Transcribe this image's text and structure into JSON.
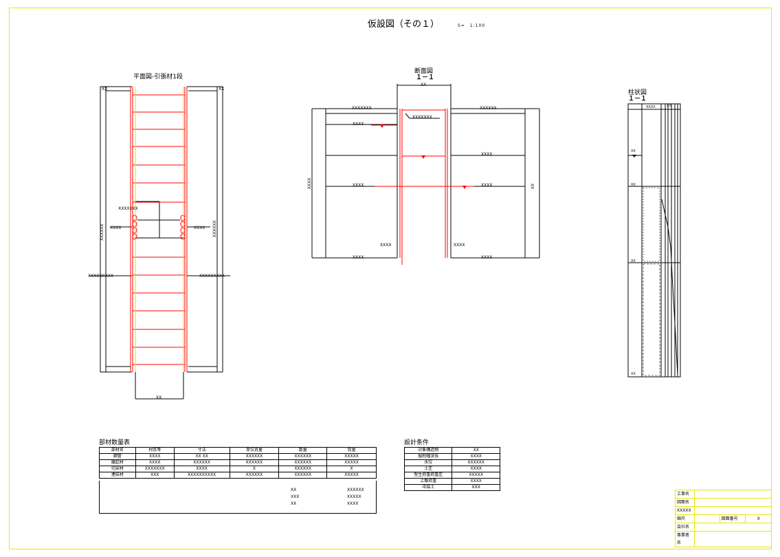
{
  "title": "仮設図（その１）",
  "scale": "S=　1:100",
  "views": {
    "plan_label": "平面図-引張材1段",
    "section_label": "断面図",
    "section_id": "１－１",
    "column_label": "柱状図",
    "column_id": "１－１",
    "dim_x": "XX",
    "dim_x4": "XXXX",
    "dim_x6": "XXXXXX",
    "dim_x7": "XXXXXXX",
    "dim_x9": "XXXXXXXXX"
  },
  "quantity_table": {
    "title": "部材数量表",
    "headers": [
      "部材名",
      "材質等",
      "寸法",
      "単位質量",
      "数量",
      "質量"
    ],
    "rows": [
      [
        "鋼管",
        "XXXX",
        "XX XX",
        "XXXXXX",
        "XXXXXX",
        "XXXXX"
      ],
      [
        "腹起材",
        "XXXX",
        "XXXXXX",
        "XXXXXX",
        "XXXXXX",
        "XXXXX"
      ],
      [
        "切梁材",
        "XXXXXXX",
        "XXXX",
        "X",
        "XXXXXX",
        "X"
      ],
      [
        "連結材",
        "XXX",
        "XXXXXXXXXX",
        "XXXXXX",
        "XXXXXX",
        "XXXXX"
      ]
    ],
    "totals": [
      {
        "label": "XX",
        "value": "XXXXXX"
      },
      {
        "label": "XXX",
        "value": "XXXXX"
      },
      {
        "label": "XX",
        "value": "XXXX"
      }
    ]
  },
  "design_conditions": {
    "title": "設計条件",
    "rows": [
      [
        "対象構造物",
        "XX"
      ],
      [
        "掘削幅深長",
        "XXXX"
      ],
      [
        "水位",
        "XXXXXX"
      ],
      [
        "土圧",
        "XXXX"
      ],
      [
        "堅生荷重荷重圧",
        "XXXXX"
      ],
      [
        "上載荷重",
        "XXXX"
      ],
      [
        "中詰土",
        "XXX"
      ]
    ]
  },
  "title_block": {
    "rows": [
      {
        "label": "工事名",
        "value": ""
      },
      {
        "label": "図面名",
        "value": ""
      },
      {
        "label": "XXXXX",
        "value": ""
      },
      {
        "label": "縮尺",
        "value": "",
        "sheet_label": "図面番号",
        "sheet_value": "X"
      },
      {
        "label": "会社名",
        "value": ""
      },
      {
        "label": "事業者名",
        "value": ""
      }
    ]
  },
  "colors": {
    "frame": "#e8e800",
    "sheet_pile": "#ff0000",
    "line": "#000000",
    "background": "#ffffff"
  }
}
